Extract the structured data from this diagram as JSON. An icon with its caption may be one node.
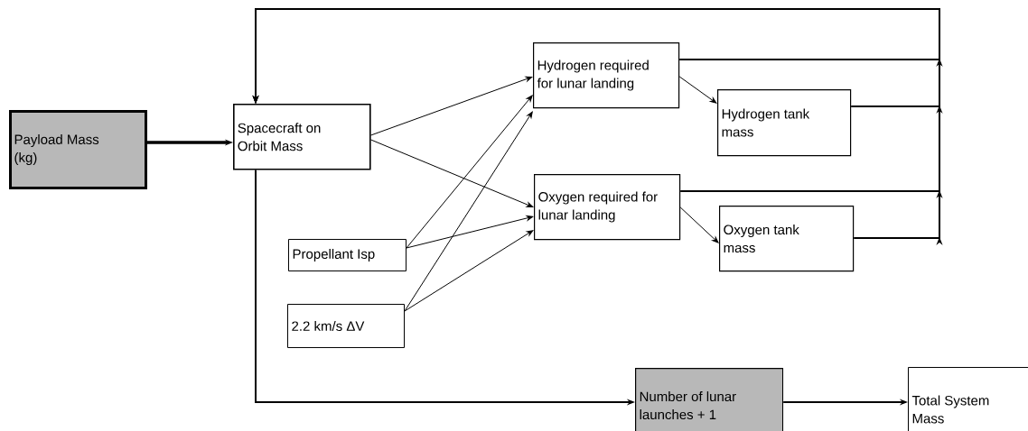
{
  "diagram": {
    "nodes": [
      {
        "text": [
          "Payload Mass (kg)"
        ]
      },
      {
        "text": [
          "Spacecraft on Orbit Mass"
        ]
      },
      {
        "text": [
          "Hydrogen required for lunar landing"
        ]
      },
      {
        "text": [
          "Hydrogen tank mass"
        ]
      },
      {
        "text": [
          "Oxygen required for lunar landing"
        ]
      },
      {
        "text": [
          "Oxygen tank mass"
        ]
      },
      {
        "text": [
          "Propellant Isp"
        ]
      },
      {
        "text": [
          "2.2 km/s ΔV"
        ]
      },
      {
        "text": [
          "Number of lunar launches + 1"
        ]
      },
      {
        "text": [
          "Total System Mass"
        ]
      }
    ],
    "edges": [
      {
        "from": 0,
        "to": 1,
        "arrow": "to",
        "style": "thick"
      },
      {
        "from": 1,
        "to": 2,
        "arrow": "to"
      },
      {
        "from": 1,
        "to": 4,
        "arrow": "to"
      },
      {
        "from": 6,
        "to": 2,
        "arrow": "to"
      },
      {
        "from": 6,
        "to": 4,
        "arrow": "to"
      },
      {
        "from": 7,
        "to": 2,
        "arrow": "to"
      },
      {
        "from": 7,
        "to": 4,
        "arrow": "to"
      },
      {
        "from": 2,
        "to": 3,
        "arrow": "to"
      },
      {
        "from": 4,
        "to": 5,
        "arrow": "to"
      },
      {
        "from": 2,
        "to": 1,
        "arrow": "to"
      },
      {
        "from": 3,
        "to": 1,
        "arrow": "to"
      },
      {
        "from": 4,
        "to": 1,
        "arrow": "to"
      },
      {
        "from": 5,
        "to": 1,
        "arrow": "to"
      },
      {
        "from": 1,
        "to": 8,
        "arrow": "to"
      },
      {
        "from": 8,
        "to": 9,
        "arrow": "to"
      }
    ]
  }
}
